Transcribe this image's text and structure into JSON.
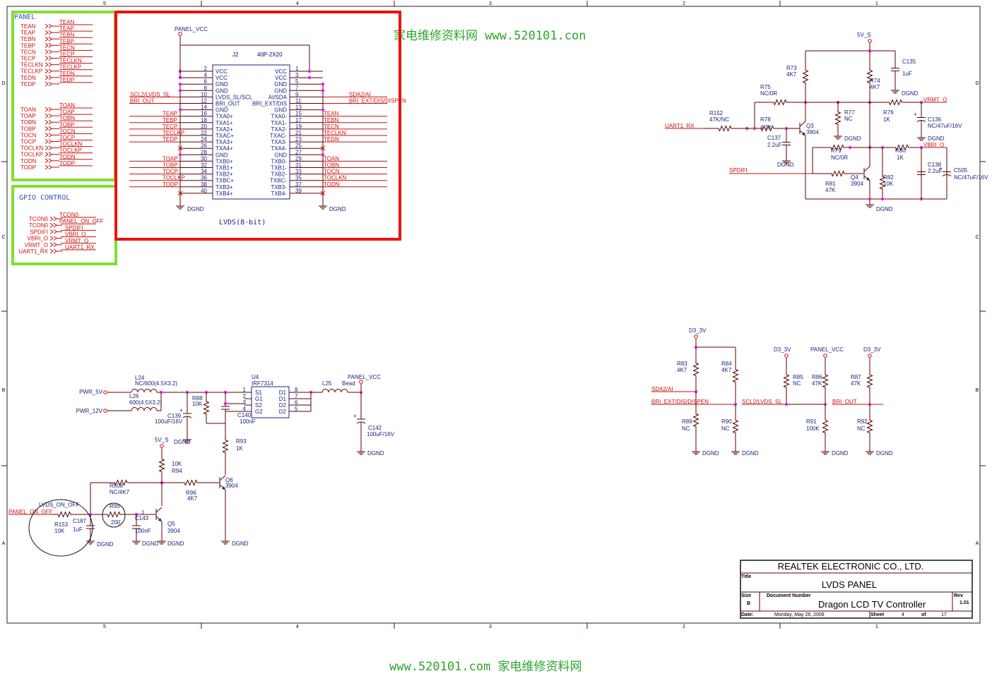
{
  "watermark": {
    "top": "家电维修资料网  www.520101.con",
    "bottom": "www.520101.com  家电维修资料网"
  },
  "border": {
    "columns": [
      "5",
      "4",
      "3",
      "2",
      "1"
    ],
    "rows": [
      "D",
      "C",
      "B",
      "A"
    ]
  },
  "panel_box": {
    "title": "PANEL",
    "signals_a": [
      "TEAN",
      "TEAP",
      "TEBN",
      "TEBP",
      "TECN",
      "TECP",
      "TECLKN",
      "TECLKP",
      "TEDN",
      "TEDP"
    ],
    "signals_b": [
      "TOAN",
      "TOAP",
      "TOBN",
      "TOBP",
      "TOCN",
      "TOCP",
      "TOCLKN",
      "TOCLKP",
      "TODN",
      "TODP"
    ]
  },
  "gpio_box": {
    "title": "GPIO CONTROL",
    "left": [
      "TCON0",
      "TCON0",
      "SPDIFI",
      "VBRI_O",
      "VRMT_O",
      "UART1_RX"
    ],
    "right": [
      "TCON0",
      "PANEL_ON_OFF",
      "SPDIFI",
      "VBRI_O",
      "VRMT_O",
      "UART1_RX"
    ]
  },
  "connector": {
    "ref": "J2",
    "type": "40P-2X20",
    "power": "PANEL_VCC",
    "label": "LVDS(8-bit)",
    "gnd_left": "DGND",
    "gnd_right": "DGND",
    "left_pins": [
      "2",
      "4",
      "6",
      "8",
      "10",
      "12",
      "14",
      "16",
      "18",
      "20",
      "22",
      "24",
      "26",
      "28",
      "30",
      "32",
      "34",
      "36",
      "38",
      "40"
    ],
    "left_names": [
      "VCC",
      "VCC",
      "GND",
      "GND",
      "LVDS_SL/SCL",
      "BRI_OUT",
      "GND",
      "TXA0+",
      "TXA1+",
      "TXA2+",
      "TXAC+",
      "TXA3+",
      "TXA4+",
      "GND",
      "TXB0+",
      "TXB1+",
      "TXB2+",
      "TXBC+",
      "TXB3+",
      "TXB4+"
    ],
    "left_nets": [
      "",
      "",
      "",
      "",
      "SCL2/LVDS_SL",
      "BRI_OUT",
      "",
      "TEAP",
      "TEBP",
      "TECP",
      "TECLKP",
      "TEDP",
      "",
      "",
      "TOAP",
      "TOBP",
      "TOCP",
      "TOCLKP",
      "TODP",
      ""
    ],
    "right_pins": [
      "1",
      "3",
      "5",
      "7",
      "9",
      "11",
      "13",
      "15",
      "17",
      "19",
      "21",
      "23",
      "25",
      "27",
      "29",
      "31",
      "33",
      "35",
      "37",
      "39"
    ],
    "right_names": [
      "VCC",
      "VCC",
      "GND",
      "GND",
      "AI/SDA",
      "BRI_EXT/DIS",
      "GND",
      "TXA0-",
      "TXA1-",
      "TXA2-",
      "TXAC-",
      "TXA3-",
      "TXA4-",
      "GND",
      "TXB0-",
      "TXB1-",
      "TXB2-",
      "TXBC-",
      "TXB3-",
      "TXB4-"
    ],
    "right_nets": [
      "",
      "",
      "",
      "",
      "SDA2/AI",
      "BRI_EXT/DIS/DISPEN",
      "",
      "TEAN",
      "TEBN",
      "TECN",
      "TECLKN",
      "TEDN",
      "",
      "",
      "TOAN",
      "TOBN",
      "TOCN",
      "TOCLKN",
      "TODN",
      ""
    ]
  },
  "power_circuit": {
    "pwr5": "PWR_5V",
    "pwr12": "PWR_12V",
    "l24": "L24",
    "l24_val": "NC/600(4.5X3.2)",
    "l26": "L26",
    "l26_val": "600(4.5X3.2)",
    "c139": "C139",
    "c139_val": "100uF/16V",
    "r88": "R88",
    "r88_val": "10K",
    "c140": "C140",
    "c140_val": "100nF",
    "u4": "U4",
    "u4_val": "IRF7314",
    "u4_pins_l": [
      "S1",
      "G1",
      "S2",
      "G2"
    ],
    "u4_pins_r": [
      "D1",
      "D1",
      "D2",
      "D2"
    ],
    "u4_nums_l": [
      "1",
      "2",
      "3",
      "4"
    ],
    "u4_nums_r": [
      "8",
      "7",
      "6",
      "5"
    ],
    "l25": "L25",
    "l25_val": "Bead",
    "panel_vcc": "PANEL_VCC",
    "c142": "C142",
    "c142_val": "100uF/16V",
    "r93": "R93",
    "r93_val": "1K",
    "v5s": "5V_S",
    "r94": "R94",
    "r94_val": "10K",
    "r96": "R96",
    "r96_val": "4K7",
    "q6": "Q6",
    "q6_val": "3904",
    "r508": "R508",
    "r508_val": "NC/4K7",
    "r95": "R95",
    "r95_val": "200",
    "c143": "C143",
    "c143_val": "100nF",
    "q5": "Q5",
    "q5_val": "3904",
    "r153": "R153",
    "r153_val": "10K",
    "c187": "C187",
    "c187_val": "1uF",
    "panel_on_off": "PANEL_ON_OFF",
    "lvds_on_off": "LVDS_ON_OFF",
    "dgnd": "DGND"
  },
  "uart_circuit": {
    "v5s": "5V_S",
    "c135": "C135",
    "c135_val": "1uF",
    "r73": "R73",
    "r73_val": "4K7",
    "r74": "R74",
    "r74_val": "4K7",
    "r75": "R75",
    "r75_val": "NC/0R",
    "r76": "R76",
    "r76_val": "1K",
    "vrmt": "VRMT_O",
    "c136": "C136",
    "c136_val": "NC/47uF/16V",
    "r152": "R152",
    "r152_val": "47K/NC",
    "uart": "UART1_RX",
    "r78": "R78",
    "r78_val": "4.7K",
    "q3": "Q3",
    "q3_val": "3904",
    "r77": "R77",
    "r77_val": "NC",
    "c137": "C137",
    "c137_val": "2.2uF",
    "r79": "R79",
    "r79_val": "NC/0R",
    "r80": "R80",
    "r80_val": "1K",
    "vbri": "VBRI_O",
    "spdifi": "SPDIFI",
    "r81": "R81",
    "r81_val": "47K",
    "q4": "Q4",
    "q4_val": "3904",
    "r82": "R82",
    "r82_val": "10K",
    "c138": "C138",
    "c138_val": "2.2uF",
    "c505": "C505",
    "c505_val": "NC/47uF/16V",
    "dgnd": "DGND"
  },
  "pullup_circuit": {
    "d33": "D3_3V",
    "r83": "R83",
    "r83_val": "4K7",
    "r84": "R84",
    "r84_val": "4K7",
    "sda": "SDA2/AI",
    "bri_ext": "BRI_EXT/DIS/DISPEN",
    "r89": "R89",
    "r89_val": "NC",
    "r90": "R90",
    "r90_val": "NC",
    "r85": "R85",
    "r85_val": "NC",
    "panel_vcc": "PANEL_VCC",
    "r86": "R86",
    "r86_val": "47K",
    "scl": "SCL2/LVDS_SL",
    "r91": "R91",
    "r91_val": "100K",
    "r87": "R87",
    "r87_val": "47K",
    "bri_out": "BRI_OUT",
    "r92": "R92",
    "r92_val": "NC",
    "dgnd": "DGND"
  },
  "title_block": {
    "company": "REALTEK  ELECTRONIC  CO.,  LTD.",
    "title_lbl": "Title",
    "title": "LVDS PANEL",
    "size_lbl": "Size",
    "size": "B",
    "docnum_lbl": "Document Number",
    "docnum": "Dragon LCD TV Controller",
    "rev_lbl": "Rev",
    "rev": "1.01",
    "date_lbl": "Date:",
    "date": "Monday, May 26, 2008",
    "sheet_lbl": "Sheet",
    "sheet": "4",
    "of_lbl": "of",
    "total": "17"
  }
}
